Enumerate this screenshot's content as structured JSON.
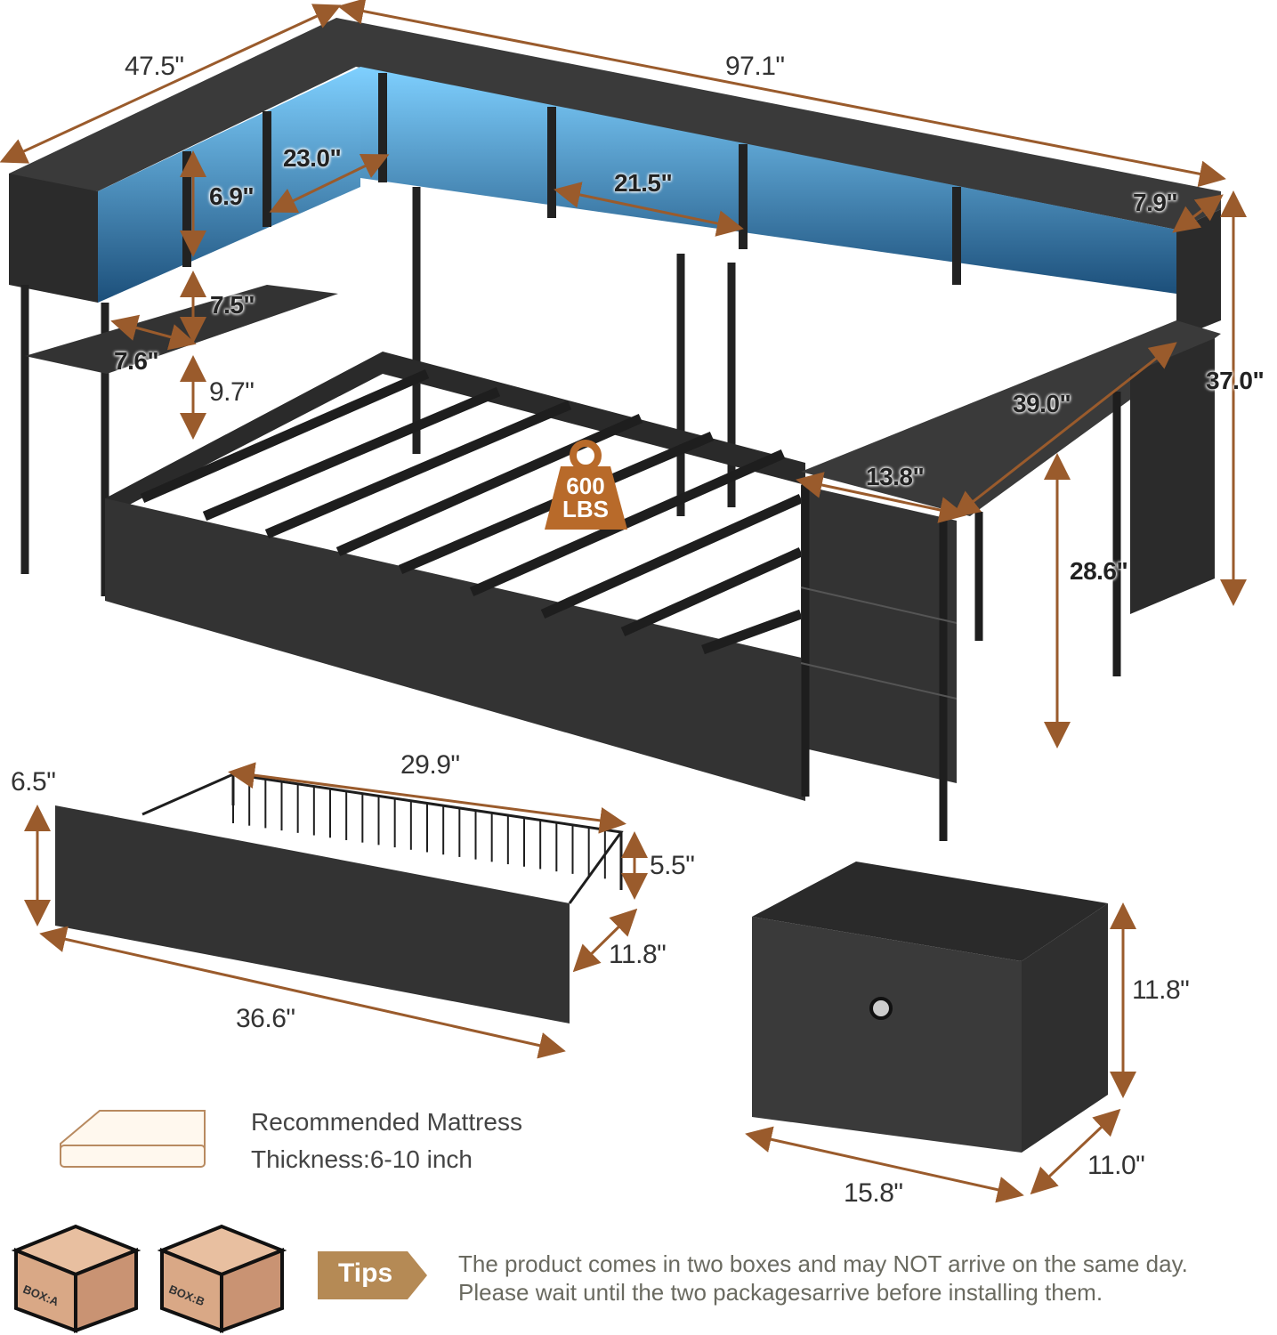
{
  "dimensions": {
    "bed_depth": "47.5\"",
    "total_length": "97.1\"",
    "shelf_width_side": "23.0\"",
    "shelf_height_top": "6.9\"",
    "shelf_width_back": "21.5\"",
    "shelf_depth": "7.9\"",
    "shelf_height_mid": "7.5\"",
    "shelf_depth_side": "7.6\"",
    "shelf_clearance": "9.7\"",
    "total_height": "37.0\"",
    "desk_length": "39.0\"",
    "desk_width": "13.8\"",
    "desk_height": "28.6\"",
    "drawer_inner_length": "29.9\"",
    "drawer_front_height": "6.5\"",
    "drawer_basket_height": "5.5\"",
    "drawer_depth": "11.8\"",
    "drawer_length": "36.6\"",
    "bin_height": "11.8\"",
    "bin_depth": "11.0\"",
    "bin_width": "15.8\""
  },
  "weight_badge": {
    "value": "600",
    "unit": "LBS"
  },
  "mattress": {
    "line1": "Recommended Mattress",
    "line2": "Thickness:6-10 inch"
  },
  "boxes": {
    "a": "BOX:A",
    "b": "BOX:B"
  },
  "tips": {
    "label": "Tips",
    "line1": "The product comes in two boxes and may NOT arrive on the same day.",
    "line2": "Please wait until the two packagesarrive before installing them."
  },
  "colors": {
    "accent": "#9a5b2c",
    "furniture": "#2e2e2e",
    "led": "#3aa0e0",
    "tips": "#b58a55"
  }
}
